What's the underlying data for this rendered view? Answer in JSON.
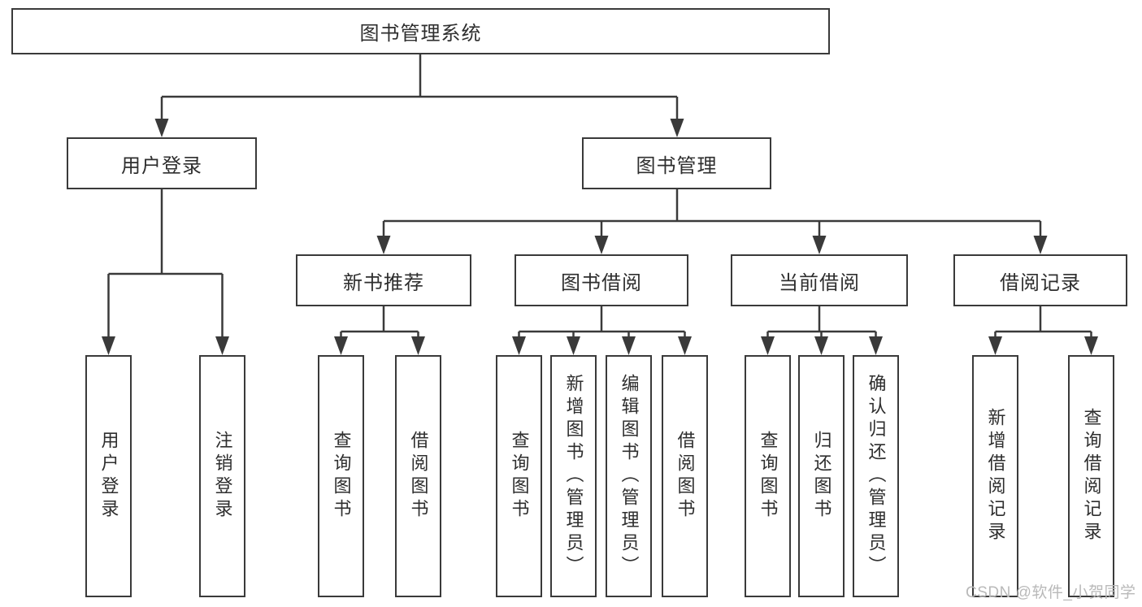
{
  "tree": {
    "root": "图书管理系统",
    "branches": [
      {
        "label": "用户登录",
        "leaves": [
          "用户登录",
          "注销登录"
        ]
      },
      {
        "label": "图书管理",
        "groups": [
          {
            "label": "新书推荐",
            "leaves": [
              "查询图书",
              "借阅图书"
            ]
          },
          {
            "label": "图书借阅",
            "leaves": [
              "查询图书",
              "新增图书（管理员）",
              "编辑图书（管理员）",
              "借阅图书"
            ]
          },
          {
            "label": "当前借阅",
            "leaves": [
              "查询图书",
              "归还图书",
              "确认归还（管理员）"
            ]
          },
          {
            "label": "借阅记录",
            "leaves": [
              "新增借阅记录",
              "查询借阅记录"
            ]
          }
        ]
      }
    ]
  },
  "watermark": {
    "text": "CSDN @软件_小贺同学"
  },
  "colors": {
    "line": "#3a3a3a",
    "text": "#2e2e2e",
    "watermark": "#b9b9b9",
    "background": "#ffffff"
  }
}
